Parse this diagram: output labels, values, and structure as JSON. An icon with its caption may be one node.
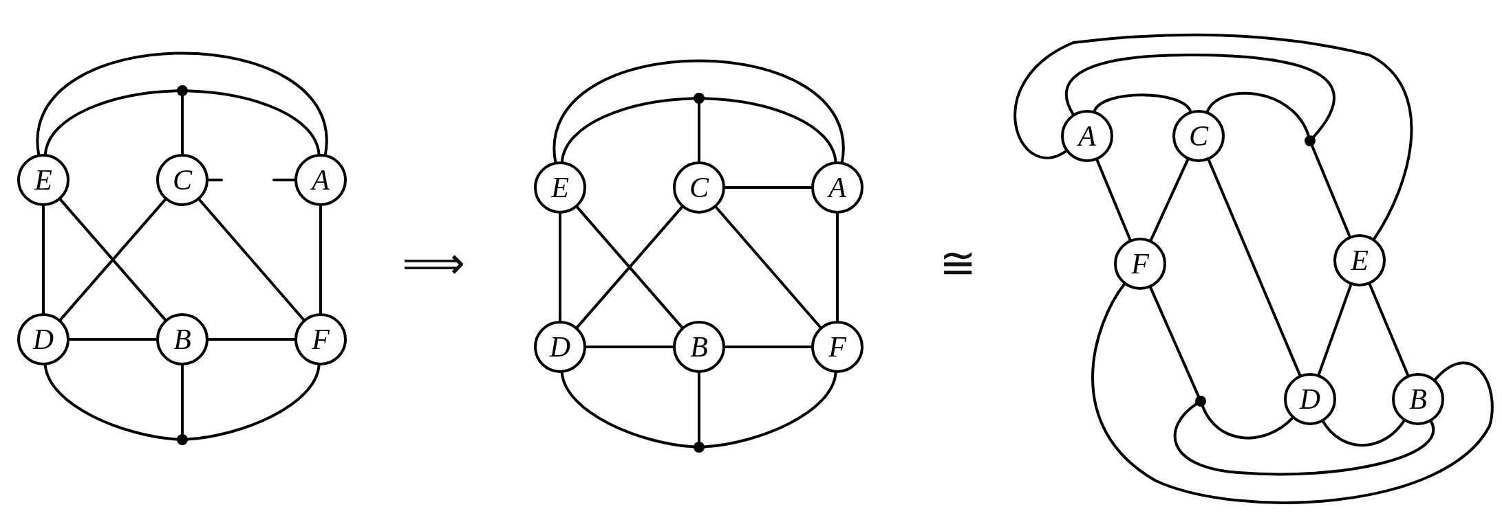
{
  "diagram": {
    "nodes": [
      {
        "text": [
          "E"
        ]
      },
      {
        "text": [
          "C"
        ]
      },
      {
        "text": [
          "A"
        ]
      },
      {
        "text": [
          "D"
        ]
      },
      {
        "text": [
          "B"
        ]
      },
      {
        "text": [
          "F"
        ]
      },
      {
        "text": [],
        "shape": "circle"
      },
      {
        "text": [],
        "shape": "circle"
      },
      {
        "text": [
          "E"
        ]
      },
      {
        "text": [
          "C"
        ]
      },
      {
        "text": [
          "A"
        ]
      },
      {
        "text": [
          "D"
        ]
      },
      {
        "text": [
          "B"
        ]
      },
      {
        "text": [
          "F"
        ]
      },
      {
        "text": [],
        "shape": "circle"
      },
      {
        "text": [],
        "shape": "circle"
      },
      {
        "text": [
          "A"
        ]
      },
      {
        "text": [
          "C"
        ]
      },
      {
        "text": [],
        "shape": "circle"
      },
      {
        "text": [
          "F"
        ]
      },
      {
        "text": [
          "E"
        ]
      },
      {
        "text": [],
        "shape": "circle"
      },
      {
        "text": [
          "D"
        ]
      },
      {
        "text": [
          "B"
        ]
      }
    ],
    "edges": [
      {
        "from": 0,
        "to": 2,
        "arrow": "none"
      },
      {
        "from": 0,
        "to": 6,
        "arrow": "none"
      },
      {
        "from": 6,
        "to": 2,
        "arrow": "none"
      },
      {
        "from": 6,
        "to": 1,
        "arrow": "none"
      },
      {
        "from": 0,
        "to": 3,
        "arrow": "none"
      },
      {
        "from": 0,
        "to": 4,
        "arrow": "none"
      },
      {
        "from": 1,
        "to": 3,
        "arrow": "none"
      },
      {
        "from": 1,
        "to": 5,
        "arrow": "none"
      },
      {
        "from": 2,
        "to": 5,
        "arrow": "none"
      },
      {
        "from": 3,
        "to": 4,
        "arrow": "none"
      },
      {
        "from": 4,
        "to": 5,
        "arrow": "none"
      },
      {
        "from": 3,
        "to": 7,
        "arrow": "none"
      },
      {
        "from": 5,
        "to": 7,
        "arrow": "none"
      },
      {
        "from": 4,
        "to": 7,
        "arrow": "none"
      },
      {
        "from": 1,
        "to": null,
        "arrow": "none"
      },
      {
        "from": null,
        "to": 2,
        "arrow": "none"
      },
      {
        "from": 8,
        "to": 10,
        "arrow": "none"
      },
      {
        "from": 8,
        "to": 14,
        "arrow": "none"
      },
      {
        "from": 14,
        "to": 10,
        "arrow": "none"
      },
      {
        "from": 14,
        "to": 9,
        "arrow": "none"
      },
      {
        "from": 8,
        "to": 11,
        "arrow": "none"
      },
      {
        "from": 8,
        "to": 12,
        "arrow": "none"
      },
      {
        "from": 9,
        "to": 11,
        "arrow": "none"
      },
      {
        "from": 9,
        "to": 13,
        "arrow": "none"
      },
      {
        "from": 10,
        "to": 13,
        "arrow": "none"
      },
      {
        "from": 11,
        "to": 12,
        "arrow": "none"
      },
      {
        "from": 12,
        "to": 13,
        "arrow": "none"
      },
      {
        "from": 11,
        "to": 15,
        "arrow": "none"
      },
      {
        "from": 13,
        "to": 15,
        "arrow": "none"
      },
      {
        "from": 12,
        "to": 15,
        "arrow": "none"
      },
      {
        "from": 9,
        "to": 10,
        "arrow": "none"
      },
      {
        "from": 16,
        "to": 19,
        "arrow": "none"
      },
      {
        "from": 17,
        "to": 19,
        "arrow": "none"
      },
      {
        "from": 17,
        "to": 22,
        "arrow": "none"
      },
      {
        "from": 18,
        "to": 20,
        "arrow": "none"
      },
      {
        "from": 20,
        "to": 22,
        "arrow": "none"
      },
      {
        "from": 20,
        "to": 23,
        "arrow": "none"
      },
      {
        "from": 16,
        "to": 17,
        "arrow": "none"
      },
      {
        "from": 17,
        "to": 18,
        "arrow": "none"
      },
      {
        "from": 16,
        "to": 18,
        "arrow": "none"
      },
      {
        "from": 16,
        "to": 20,
        "arrow": "none"
      },
      {
        "from": 19,
        "to": 21,
        "arrow": "none"
      },
      {
        "from": 21,
        "to": 22,
        "arrow": "none"
      },
      {
        "from": 22,
        "to": 23,
        "arrow": "none"
      },
      {
        "from": 19,
        "to": 23,
        "arrow": "none"
      },
      {
        "from": 21,
        "to": 23,
        "arrow": "none"
      }
    ],
    "labels": [
      "⟹",
      "≅"
    ]
  }
}
